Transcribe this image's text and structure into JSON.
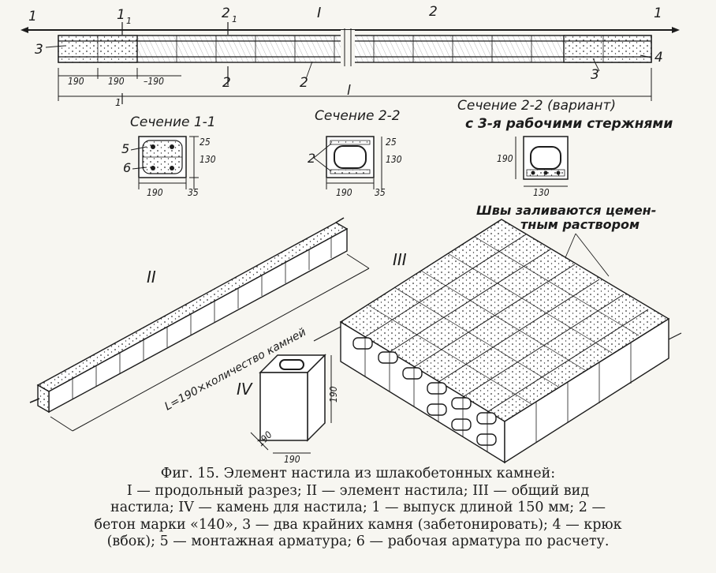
{
  "labels": {
    "section_I": "I",
    "view_II": "II",
    "view_III": "III",
    "view_IV": "IV",
    "n1": "1",
    "n1_sub": "1",
    "n2": "2",
    "n2_sub": "1",
    "n3": "3",
    "n4": "4",
    "n5": "5",
    "n6": "6",
    "L": "l",
    "L_formula": "L=190×количество камней"
  },
  "dims": {
    "d190": "190",
    "d130": "130",
    "d25": "25",
    "d35": "35",
    "d190_dash": "–190"
  },
  "sections": {
    "s11": "Сечение 1-1",
    "s22": "Сечение 2-2",
    "s22v_line1": "Сечение 2-2 (вариант)",
    "s22v_line2": "с 3-я рабочими стержнями"
  },
  "note": {
    "line1": "Швы заливаются цемен-",
    "line2": "тным раствором"
  },
  "caption": {
    "line1": "Фиг. 15. Элемент настила из шлакобетонных камней:",
    "line2": "I — продольный разрез; II — элемент настила; III — общий вид",
    "line3": "настила; IV — камень для настила; 1 — выпуск длиной 150 мм; 2 —",
    "line4": "бетон марки «140», 3 — два крайних камня (забетонировать); 4 — крюк",
    "line5": "(вбок); 5 — монтажная арматура; 6 — рабочая арматура по расчету."
  }
}
